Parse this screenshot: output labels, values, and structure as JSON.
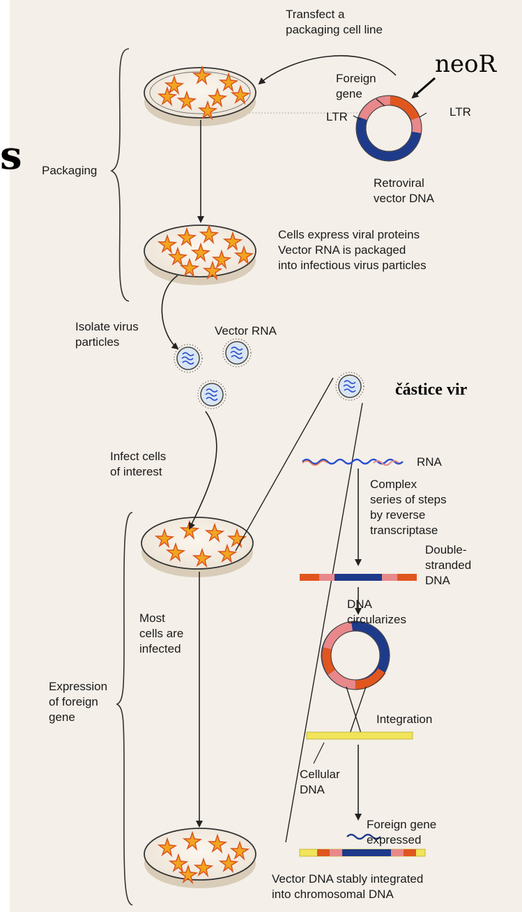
{
  "colors": {
    "paper": "#f4efe8",
    "star_fill": "#f2a51f",
    "star_edge": "#d9551e",
    "vector_blue": "#1e3a8a",
    "vector_pink": "#e8888a",
    "vector_orange": "#e0561f",
    "cellular_dna_yellow": "#f0e45a",
    "rna_wave": "#2b4fd1"
  },
  "labels": {
    "transfect": "Transfect a\npackaging cell line",
    "neor": "neoR",
    "foreign_gene": "Foreign\ngene",
    "ltr_left": "LTR",
    "ltr_right": "LTR",
    "packaging": "Packaging",
    "retroviral_vector": "Retroviral\nvector DNA",
    "cells_express": "Cells express viral proteins\nVector RNA is packaged\ninto infectious virus particles",
    "isolate_virus": "Isolate virus\nparticles",
    "vector_rna": "Vector RNA",
    "castice": "částice vir",
    "infect_cells": "Infect cells\nof interest",
    "rna": "RNA",
    "complex_steps": "Complex\nseries of steps\nby reverse\ntranscriptase",
    "double_stranded": "Double-\nstranded\nDNA",
    "dna_circularizes": "DNA\ncircularizes",
    "most_cells": "Most\ncells are\ninfected",
    "expression": "Expression\nof foreign\ngene",
    "integration": "Integration",
    "cellular_dna": "Cellular\nDNA",
    "foreign_gene_expressed": "Foreign gene\nexpressed",
    "vector_dna_integrated": "Vector DNA stably integrated\ninto chromosomal DNA",
    "cut_letter": "s"
  },
  "icons": [
    "culture-dish-icon",
    "plasmid-icon",
    "virus-particle-icon",
    "rna-wave-icon",
    "dna-strand-icon"
  ]
}
